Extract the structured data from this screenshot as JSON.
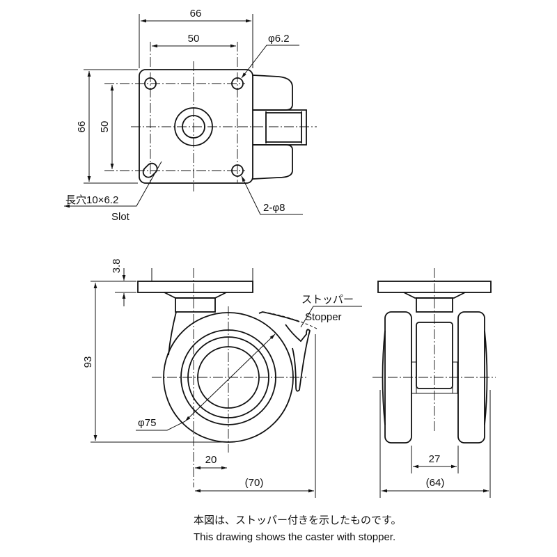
{
  "top_view": {
    "width": "66",
    "hole_pitch_x": "50",
    "height": "66",
    "hole_pitch_y": "50",
    "hole_dia": "φ6.2",
    "slot_label_jp": "長穴10×6.2",
    "slot_label_en": "Slot",
    "bolt_holes": "2-φ8"
  },
  "side_view": {
    "plate_thickness": "3.8",
    "overall_height": "93",
    "wheel_dia": "φ75",
    "offset": "20",
    "overall_length": "(70)",
    "stopper_jp": "ストッパー",
    "stopper_en": "Stopper"
  },
  "front_view": {
    "wheel_gap": "27",
    "overall_width": "(64)"
  },
  "notes": {
    "jp": "本図は、ストッパー付きを示したものです。",
    "en": "This drawing shows the caster with stopper."
  }
}
